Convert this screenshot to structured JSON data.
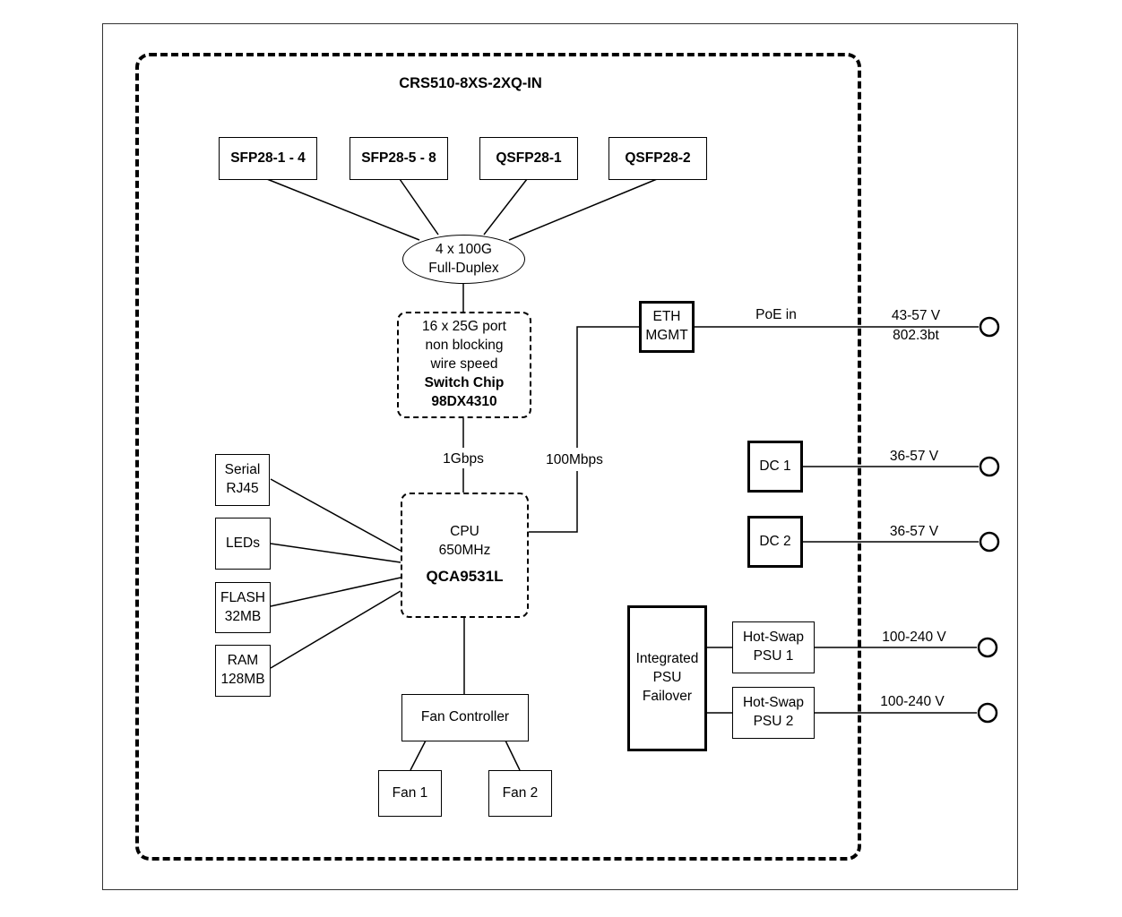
{
  "title": "CRS510-8XS-2XQ-IN",
  "ports": {
    "sfp28_1_4": "SFP28-1 - 4",
    "sfp28_5_8": "SFP28-5 - 8",
    "qsfp28_1": "QSFP28-1",
    "qsfp28_2": "QSFP28-2"
  },
  "uplink": {
    "line1": "4 x 100G",
    "line2": "Full-Duplex"
  },
  "switch_chip": {
    "line1": "16 x 25G port",
    "line2": "non blocking",
    "line3": "wire speed",
    "name": "Switch Chip",
    "model": "98DX4310"
  },
  "links": {
    "switch_cpu": "1Gbps",
    "cpu_mgmt": "100Mbps",
    "poe": "PoE in"
  },
  "cpu": {
    "label": "CPU",
    "freq": "650MHz",
    "model": "QCA9531L"
  },
  "peripherals": {
    "serial_1": "Serial",
    "serial_2": "RJ45",
    "leds": "LEDs",
    "flash_1": "FLASH",
    "flash_2": "32MB",
    "ram_1": "RAM",
    "ram_2": "128MB"
  },
  "eth_mgmt": {
    "line1": "ETH",
    "line2": "MGMT"
  },
  "fans": {
    "controller": "Fan Controller",
    "fan1": "Fan 1",
    "fan2": "Fan 2"
  },
  "power": {
    "poe_voltage": "43-57 V",
    "poe_standard": "802.3bt",
    "dc1": "DC 1",
    "dc2": "DC 2",
    "dc1_voltage": "36-57 V",
    "dc2_voltage": "36-57 V",
    "psu_failover_1": "Integrated",
    "psu_failover_2": "PSU",
    "psu_failover_3": "Failover",
    "psu1_line1": "Hot-Swap",
    "psu1_line2": "PSU 1",
    "psu2_line1": "Hot-Swap",
    "psu2_line2": "PSU 2",
    "psu1_voltage": "100-240 V",
    "psu2_voltage": "100-240 V"
  }
}
